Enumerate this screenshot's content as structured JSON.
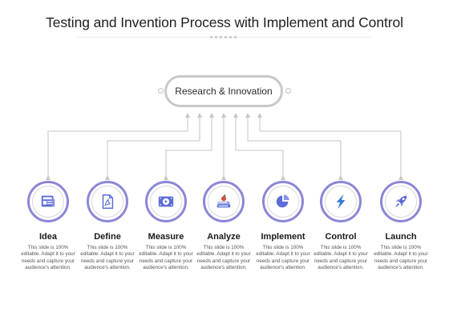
{
  "title": "Testing and Invention Process with Implement and Control",
  "hub": {
    "label": "Research & Innovation"
  },
  "colors": {
    "accent": "#8b87d6",
    "icon": "#5b6cd6",
    "connector": "#c6c6c6"
  },
  "steps": [
    {
      "label": "Idea",
      "icon": "newspaper-icon",
      "desc": "This slide is 100% editable. Adapt it to your needs and capture your audience's attention."
    },
    {
      "label": "Define",
      "icon": "document-icon",
      "desc": "This slide is 100% editable. Adapt it to your needs and capture your audience's attention."
    },
    {
      "label": "Measure",
      "icon": "video-icon",
      "desc": "This slide is 100% editable. Adapt it to your needs and capture your audience's attention."
    },
    {
      "label": "Analyze",
      "icon": "books-apple-icon",
      "desc": "This slide is 100% editable. Adapt it to your needs and capture your audience's attention."
    },
    {
      "label": "Implement",
      "icon": "pie-chart-icon",
      "desc": "This slide is 100% editable. Adapt it to your needs and capture your audience's attention."
    },
    {
      "label": "Control",
      "icon": "lightning-icon",
      "desc": "This slide is 100% editable. Adapt it to your needs and capture your audience's attention."
    },
    {
      "label": "Launch",
      "icon": "rocket-icon",
      "desc": "This slide is 100% editable. Adapt it to your needs and capture your audience's attention."
    }
  ]
}
